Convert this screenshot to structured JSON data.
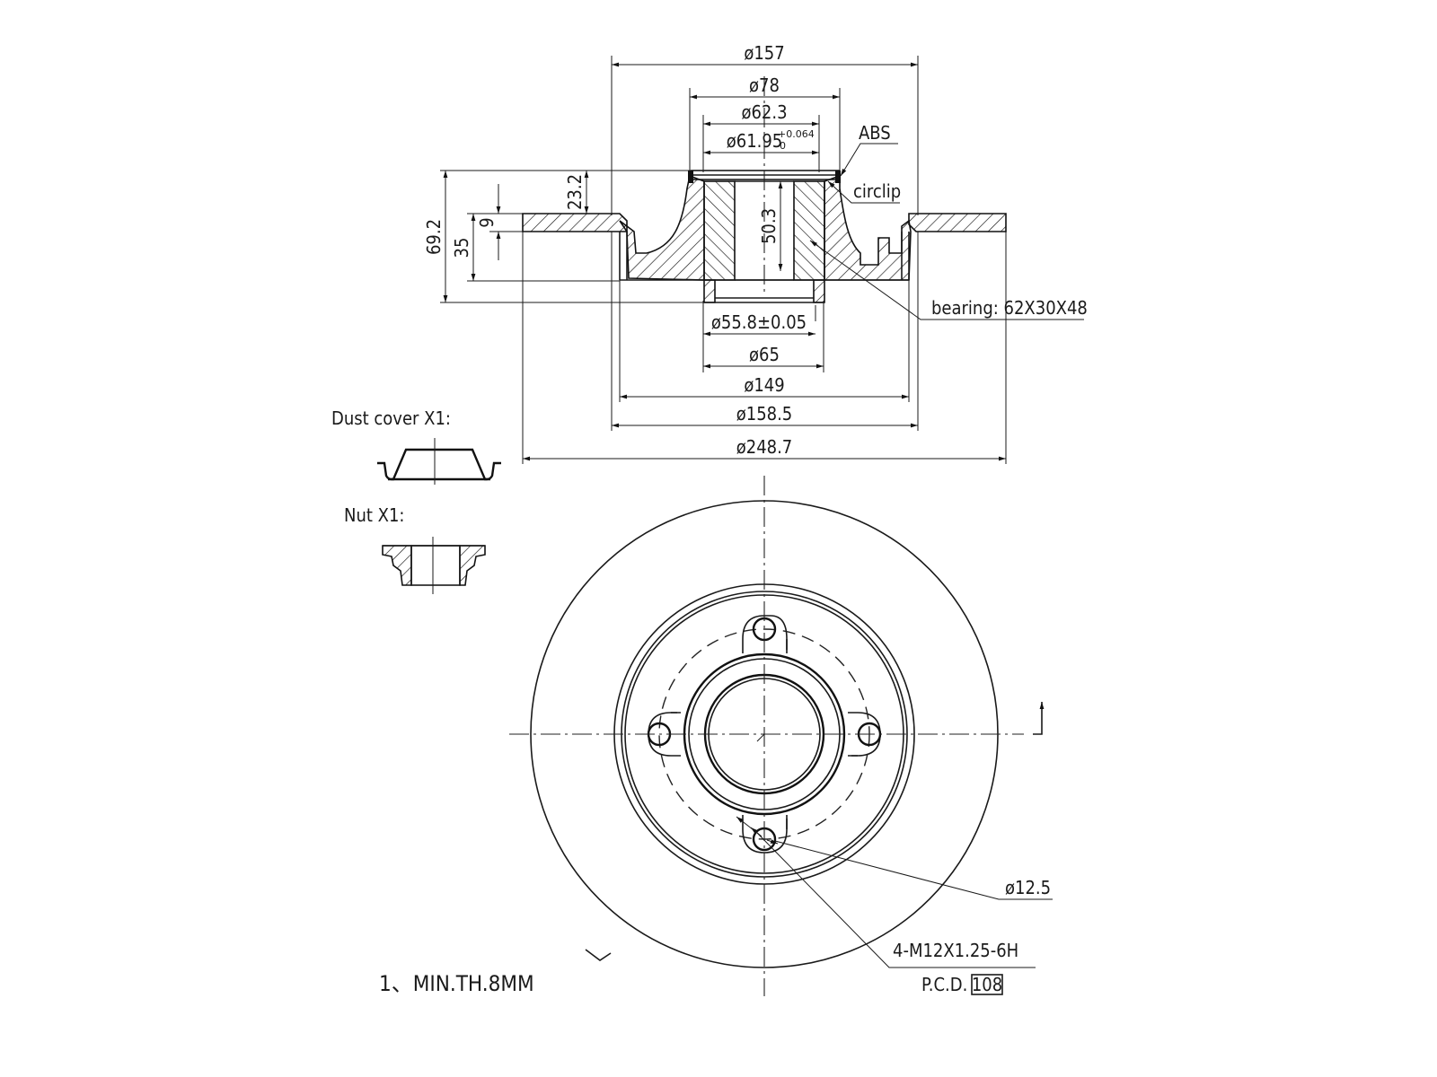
{
  "drawing": {
    "subject": "Brake disc with bearing",
    "section_view": {
      "dimensions": {
        "d157": "ø157",
        "d78": "ø78",
        "d62_3": "ø62.3",
        "d61_95": "ø61.95",
        "d61_95_tol_upper": "+0.064",
        "d61_95_tol_lower": "0",
        "d55_8": "ø55.8±0.05",
        "d65": "ø65",
        "d149": "ø149",
        "d158_5": "ø158.5",
        "d248_7": "ø248.7",
        "h69_2": "69.2",
        "h35": "35",
        "h9": "9",
        "h23_2": "23.2",
        "h50_3": "50.3"
      },
      "callouts": {
        "abs": "ABS",
        "circlip": "circlip",
        "bearing": "bearing: 62X30X48"
      }
    },
    "accessories": {
      "dust_cover": "Dust cover X1:",
      "nut": "Nut X1:"
    },
    "front_view": {
      "bolt_hole": "ø12.5",
      "thread": "4-M12X1.25-6H",
      "pcd_label": "P.C.D.",
      "pcd_value": "108",
      "bolt_count": 4
    },
    "notes": {
      "note1": "1、MIN.TH.8MM"
    }
  }
}
